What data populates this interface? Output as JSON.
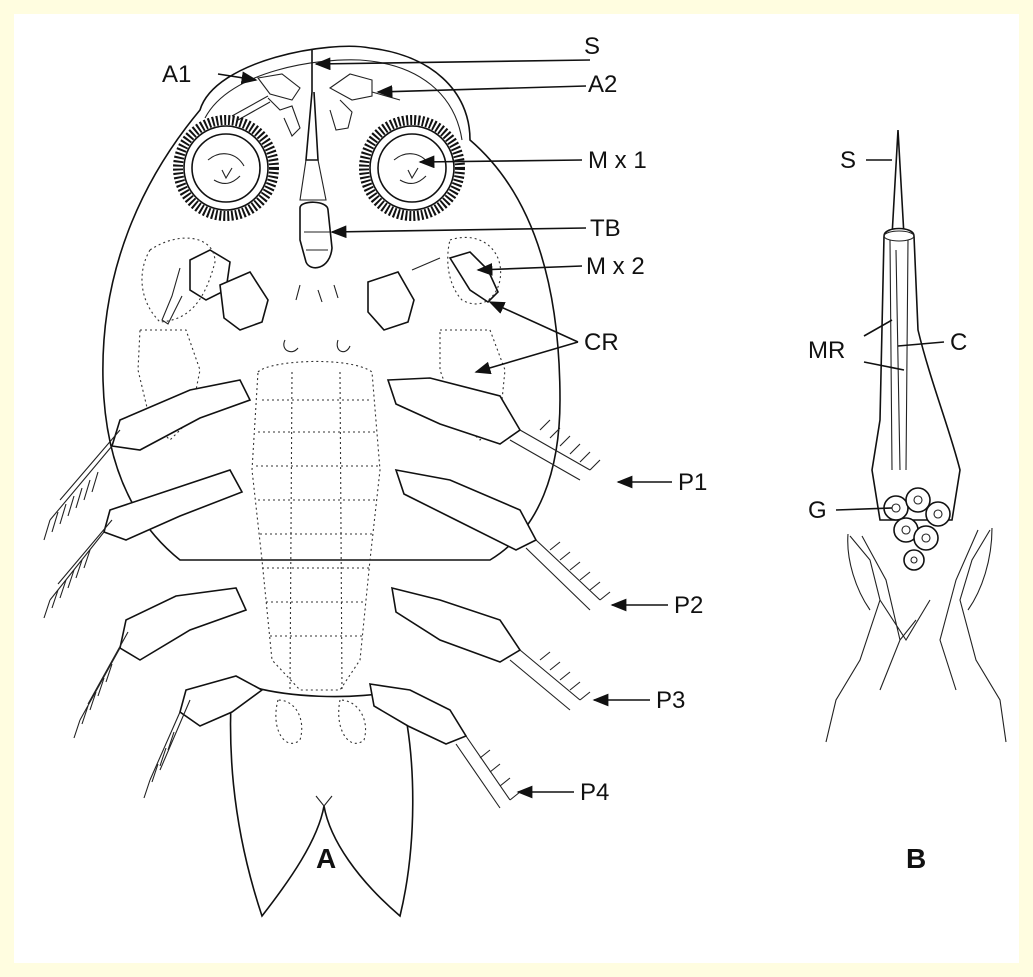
{
  "figure": {
    "panel_a": {
      "caption": "A",
      "labels": {
        "s": "S",
        "a1": "A1",
        "a2": "A2",
        "mx1": "M x 1",
        "tb": "TB",
        "mx2": "M x 2",
        "cr": "CR",
        "p1": "P1",
        "p2": "P2",
        "p3": "P3",
        "p4": "P4"
      }
    },
    "panel_b": {
      "caption": "B",
      "labels": {
        "s": "S",
        "mr": "MR",
        "c": "C",
        "g": "G"
      }
    }
  }
}
